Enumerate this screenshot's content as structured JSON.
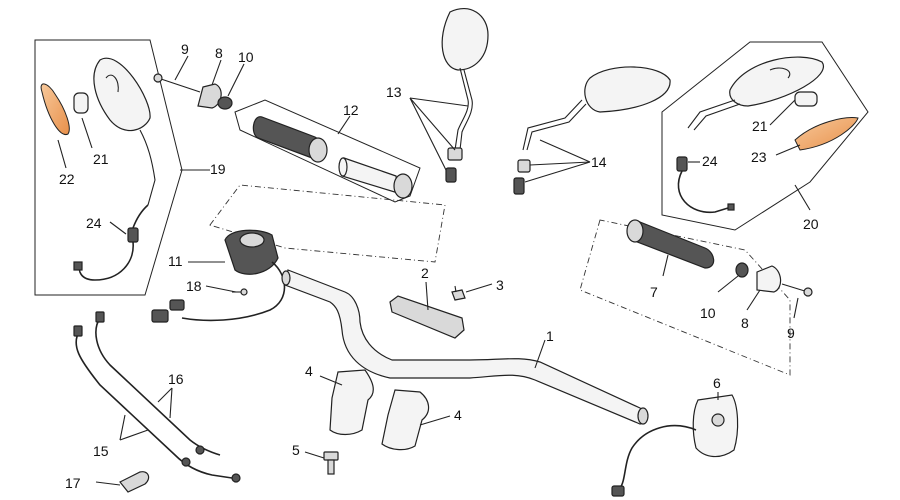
{
  "labels": {
    "l1": "1",
    "l2": "2",
    "l3": "3",
    "l4a": "4",
    "l4b": "4",
    "l5": "5",
    "l6": "6",
    "l7": "7",
    "l8a": "8",
    "l8b": "8",
    "l9a": "9",
    "l9b": "9",
    "l10a": "10",
    "l10b": "10",
    "l11": "11",
    "l12": "12",
    "l13": "13",
    "l14": "14",
    "l15": "15",
    "l16": "16",
    "l17": "17",
    "l18": "18",
    "l19": "19",
    "l20": "20",
    "l21a": "21",
    "l21b": "21",
    "l22": "22",
    "l23": "23",
    "l24a": "24",
    "l24b": "24"
  },
  "colors": {
    "indicator_lens": "#f0a060",
    "line": "#222222",
    "part_fill": "#d9d9d9"
  }
}
